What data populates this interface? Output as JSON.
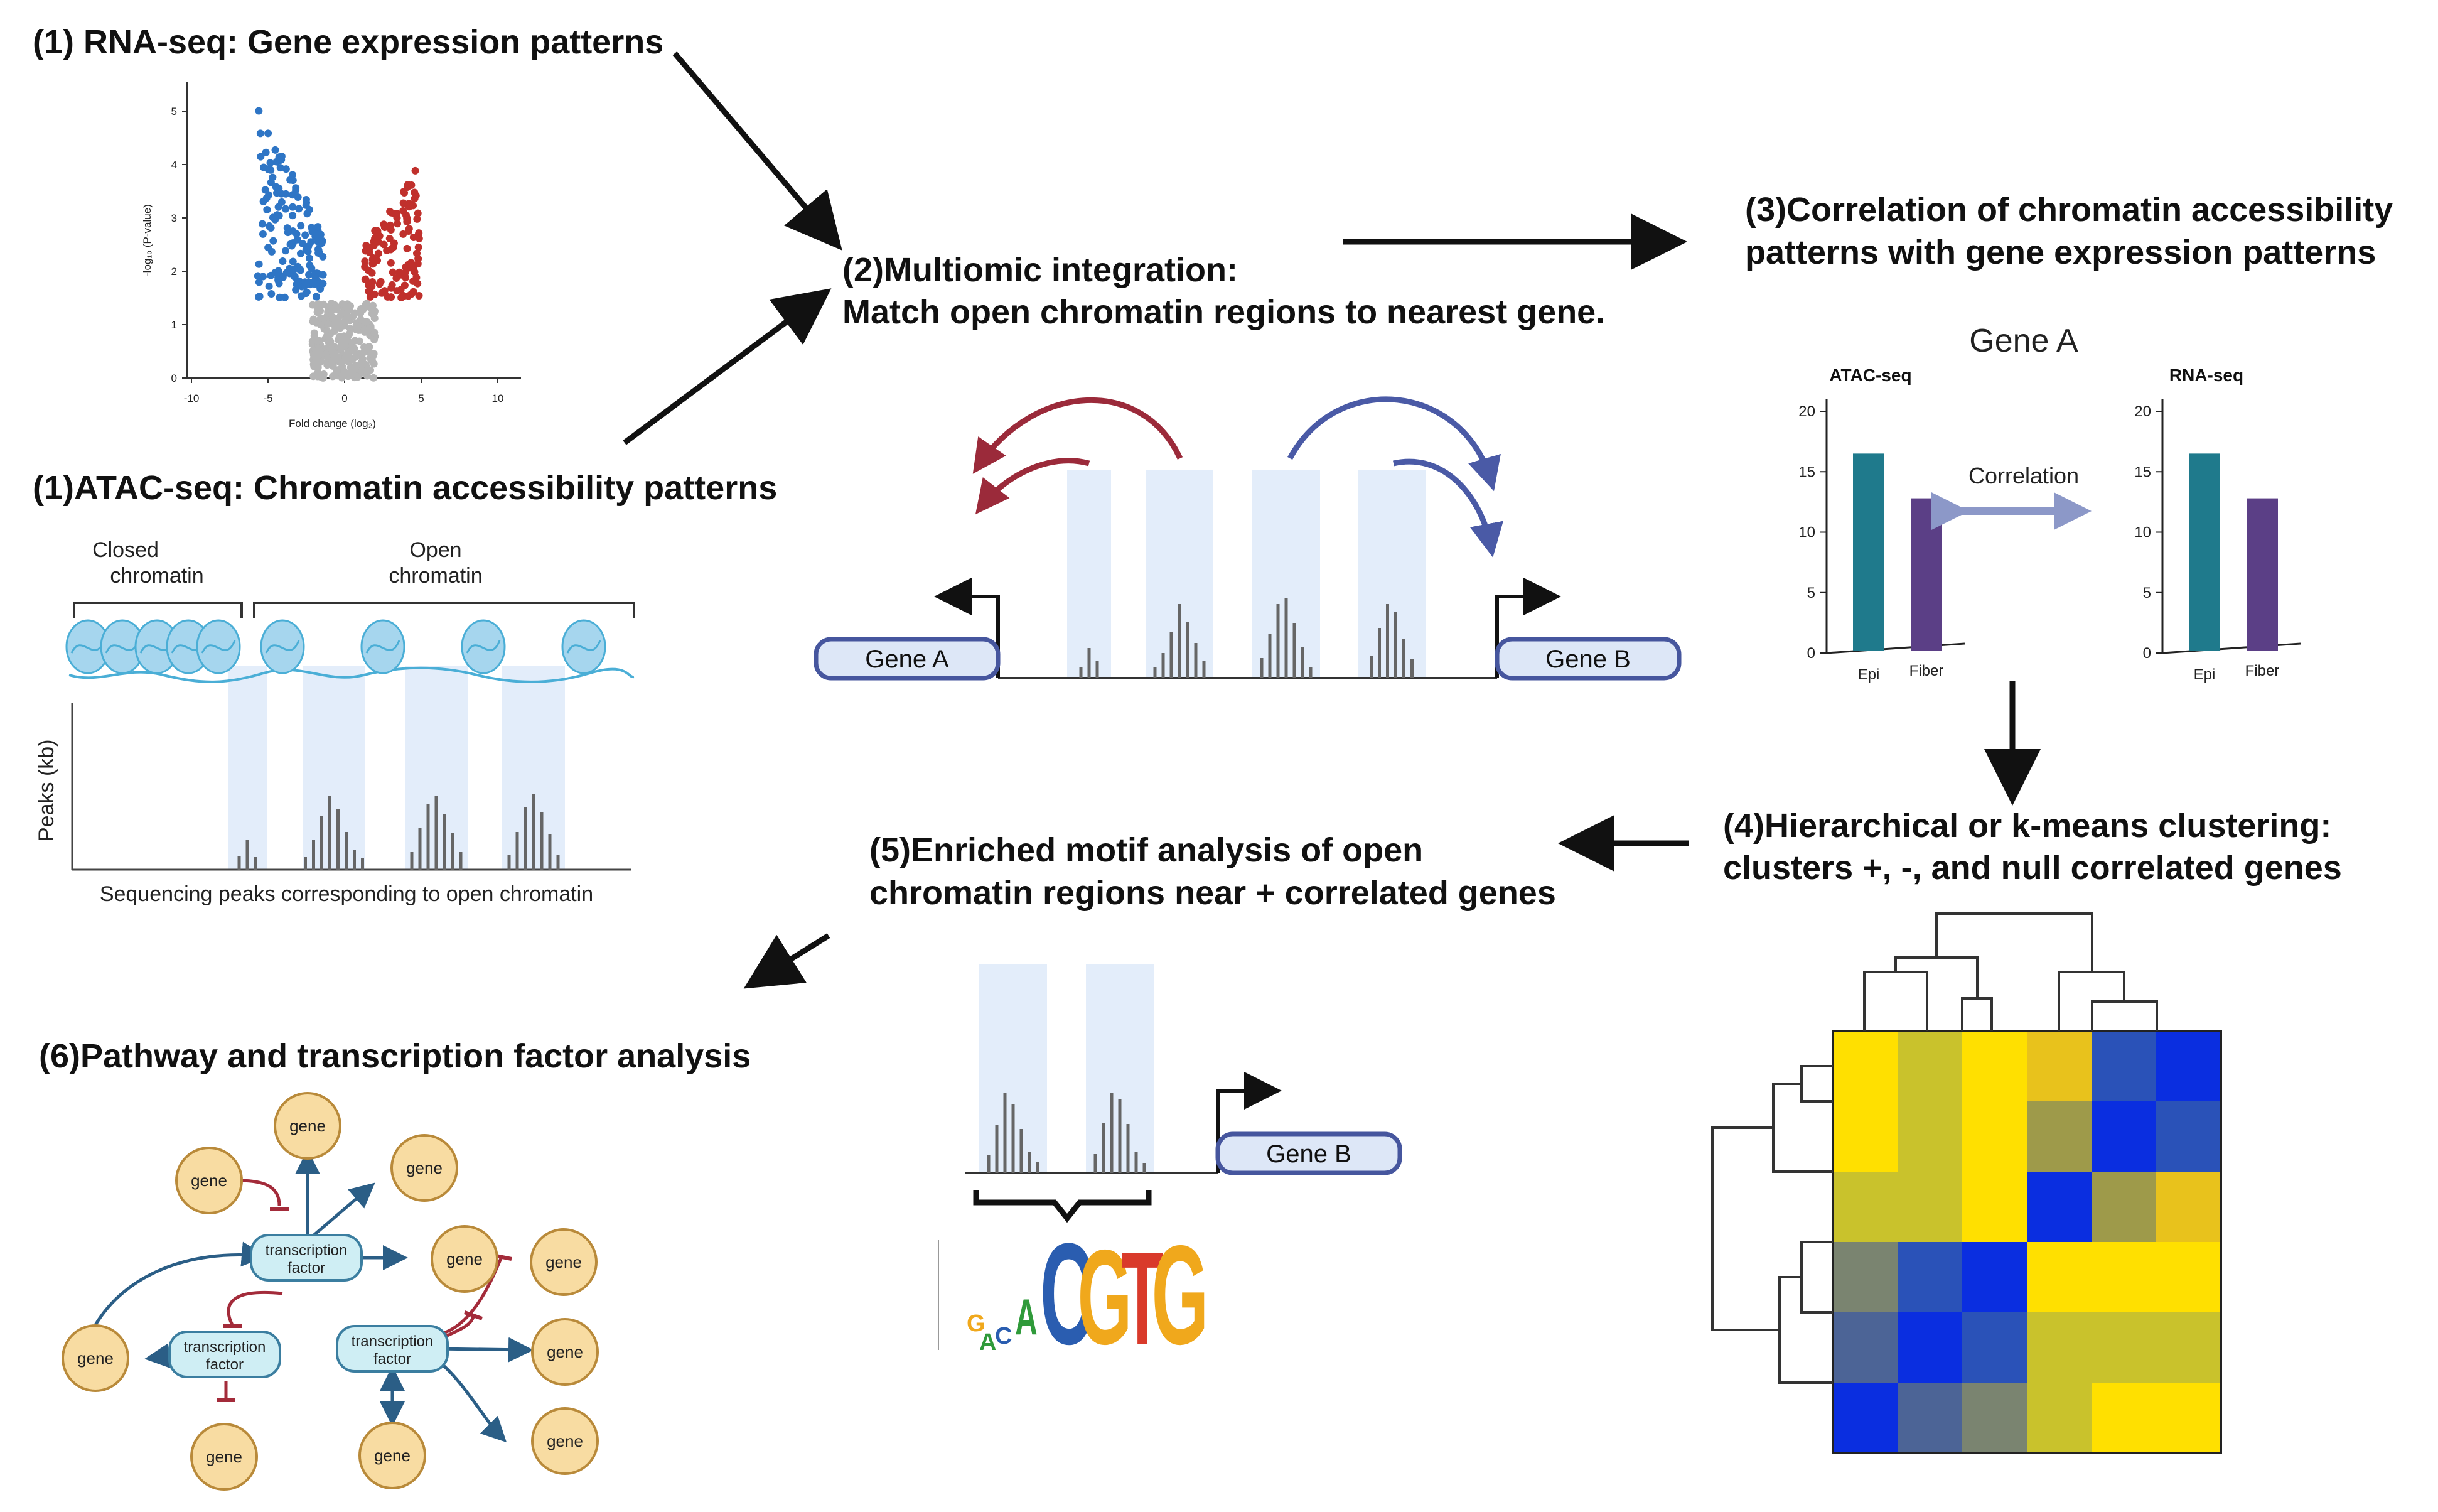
{
  "sections": {
    "s1_rna": "(1) RNA-seq: Gene expression patterns",
    "s1_atac": "(1)ATAC-seq: Chromatin accessibility patterns",
    "s2_line1": "(2)Multiomic integration:",
    "s2_line2": "Match open chromatin regions to nearest gene.",
    "s3_line1": "(3)Correlation of chromatin accessibility",
    "s3_line2": "patterns with gene expression patterns",
    "s4_line1": "(4)Hierarchical or k-means clustering:",
    "s4_line2": "clusters +, -, and null correlated genes",
    "s5_line1": "(5)Enriched motif analysis of open",
    "s5_line2": "chromatin regions near + correlated genes",
    "s6": "(6)Pathway and transcription factor analysis"
  },
  "volcano": {
    "xlabel": "Fold change (log₂)",
    "ylabel": "-log₁₀ (P-value)",
    "xticks": [
      "-10",
      "-5",
      "0",
      "5",
      "10"
    ],
    "yticks": [
      "0",
      "1",
      "2",
      "3",
      "4",
      "5"
    ],
    "colors": {
      "down": "#2e75c5",
      "up": "#c0302c",
      "ns": "#b5b5b5"
    }
  },
  "atac": {
    "closed_l1": "Closed",
    "closed_l2": "chromatin",
    "open_l1": "Open",
    "open_l2": "chromatin",
    "ylabel": "Peaks (kb)",
    "caption": "Sequencing peaks corresponding to open chromatin"
  },
  "integration": {
    "gene_a": "Gene A",
    "gene_b": "Gene B",
    "colors": {
      "left_arrows": "#9b2a3a",
      "right_arrows": "#4a5aa6"
    }
  },
  "correlation": {
    "gene_title": "Gene A",
    "label": "Correlation",
    "chart_data": [
      {
        "type": "bar",
        "title": "ATAC-seq",
        "categories": [
          "Epi",
          "Fiber"
        ],
        "values": [
          16.5,
          12.8
        ],
        "ylim": [
          0,
          20
        ],
        "yticks": [
          "0",
          "5",
          "10",
          "15",
          "20"
        ],
        "colors": [
          "#1f7a8c",
          "#5b3f86"
        ]
      },
      {
        "type": "bar",
        "title": "RNA-seq",
        "categories": [
          "Epi",
          "Fiber"
        ],
        "values": [
          16.5,
          12.8
        ],
        "ylim": [
          0,
          20
        ],
        "yticks": [
          "0",
          "5",
          "10",
          "15",
          "20"
        ],
        "colors": [
          "#1f7a8c",
          "#5b3f86"
        ]
      }
    ]
  },
  "heatmap": {
    "rows": [
      [
        "#ffe000",
        "#c9c22c",
        "#ffe000",
        "#e8c21c",
        "#2a52b8",
        "#0a2ee0"
      ],
      [
        "#ffe000",
        "#c9c22c",
        "#ffe000",
        "#9e9a4a",
        "#0a2ee0",
        "#2a52b8"
      ],
      [
        "#c9c22c",
        "#c9c22c",
        "#ffe000",
        "#0a2ee0",
        "#9e9a4a",
        "#e8c21c"
      ],
      [
        "#7a8470",
        "#2a52b8",
        "#0a2ee0",
        "#ffe000",
        "#ffe000",
        "#ffe000"
      ],
      [
        "#4c6496",
        "#0a2ee0",
        "#2a52b8",
        "#c9c22c",
        "#c9c22c",
        "#c9c22c"
      ],
      [
        "#0a2ee0",
        "#4c6496",
        "#7a8470",
        "#c9c22c",
        "#ffe000",
        "#ffe000"
      ]
    ]
  },
  "motif": {
    "gene_b": "Gene B",
    "letters": [
      "A",
      "C",
      "G",
      "T",
      "G"
    ],
    "colors": {
      "A": "#2f9a3a",
      "C": "#2a5db0",
      "G": "#f0a81c",
      "T": "#d93a2b"
    }
  },
  "network": {
    "gene": "gene",
    "tf_line1": "transcription",
    "tf_line2": "factor",
    "colors": {
      "gene_fill": "#f8dca2",
      "gene_stroke": "#b98a3a",
      "tf_fill": "#cfeef4",
      "tf_stroke": "#3b7ea0",
      "activate": "#2b5e86",
      "inhibit": "#a32b3a"
    }
  }
}
